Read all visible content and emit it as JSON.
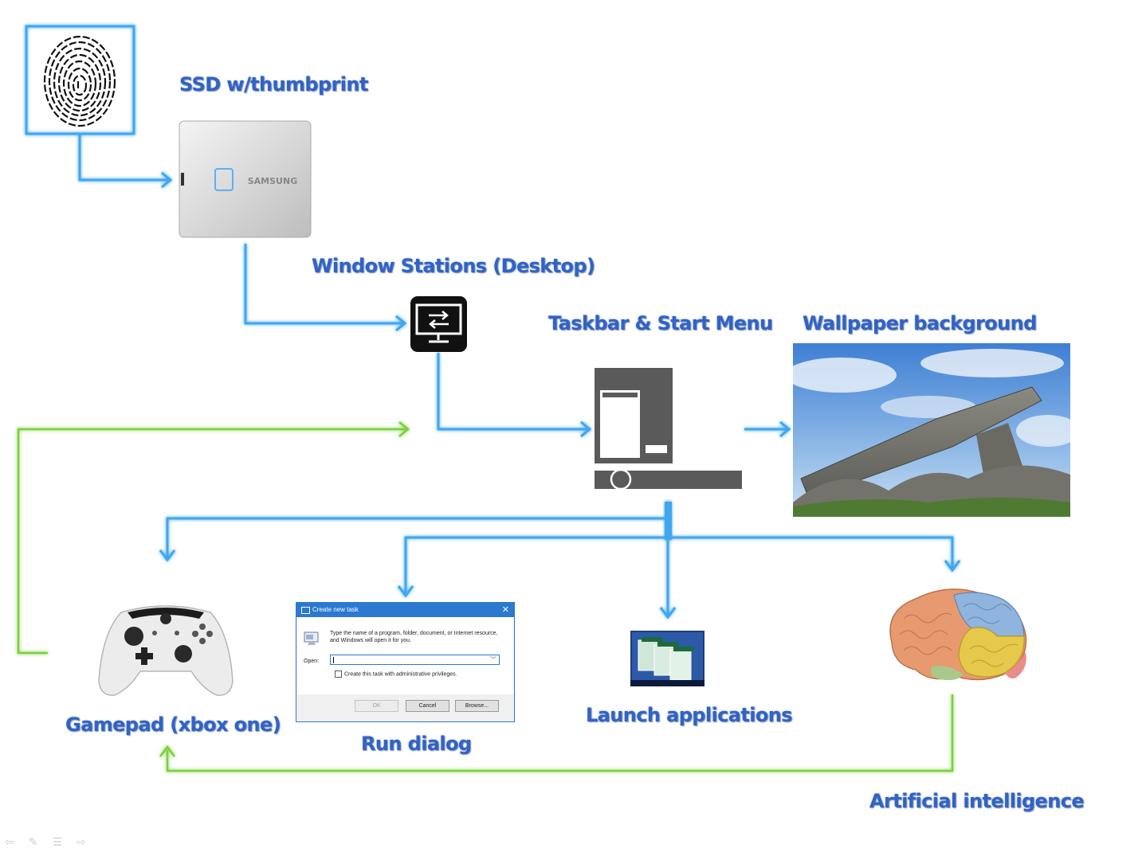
{
  "labels": {
    "ssd": "SSD w/thumbprint",
    "window_stations": "Window Stations (Desktop)",
    "taskbar": "Taskbar & Start Menu",
    "wallpaper": "Wallpaper background",
    "gamepad": "Gamepad (xbox one)",
    "run_dialog": "Run dialog",
    "launch_apps": "Launch applications",
    "ai": "Artificial intelligence"
  },
  "ssd_brand": "SAMSUNG",
  "dialog": {
    "title": "Create new task",
    "message": "Type the name of a program, folder, document, or Internet resource, and Windows will open it for you.",
    "open_label": "Open:",
    "open_value": "",
    "checkbox_label": "Create this task with administrative privileges.",
    "ok": "OK",
    "cancel": "Cancel",
    "browse": "Browse..."
  },
  "colors": {
    "label_text": "#2f63c7",
    "blue_connector": "#3fa6f0",
    "green_connector": "#7ccf3e"
  }
}
